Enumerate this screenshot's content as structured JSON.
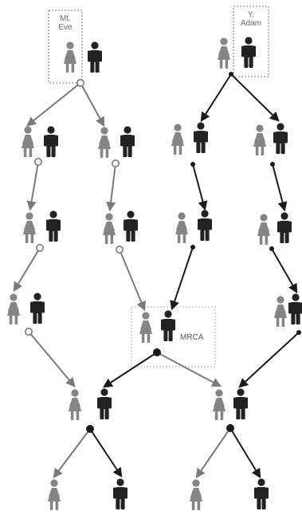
{
  "labels": {
    "eve_line1": "Mt.",
    "eve_line2": "Eve",
    "adam_line1": "Y.",
    "adam_line2": "Adam",
    "mrca": "MRCA"
  },
  "colors": {
    "female": "#858585",
    "male": "#222222",
    "maternal_line": "#7a7a7a",
    "paternal_line": "#1a1a1a",
    "box_border": "#777777",
    "mrca_box_border": "#b0b0b0"
  },
  "icons": {
    "female": "woman-figure-icon",
    "male": "man-figure-icon",
    "maternal_marker": "open-circle-marker",
    "paternal_marker": "filled-dot-marker"
  }
}
